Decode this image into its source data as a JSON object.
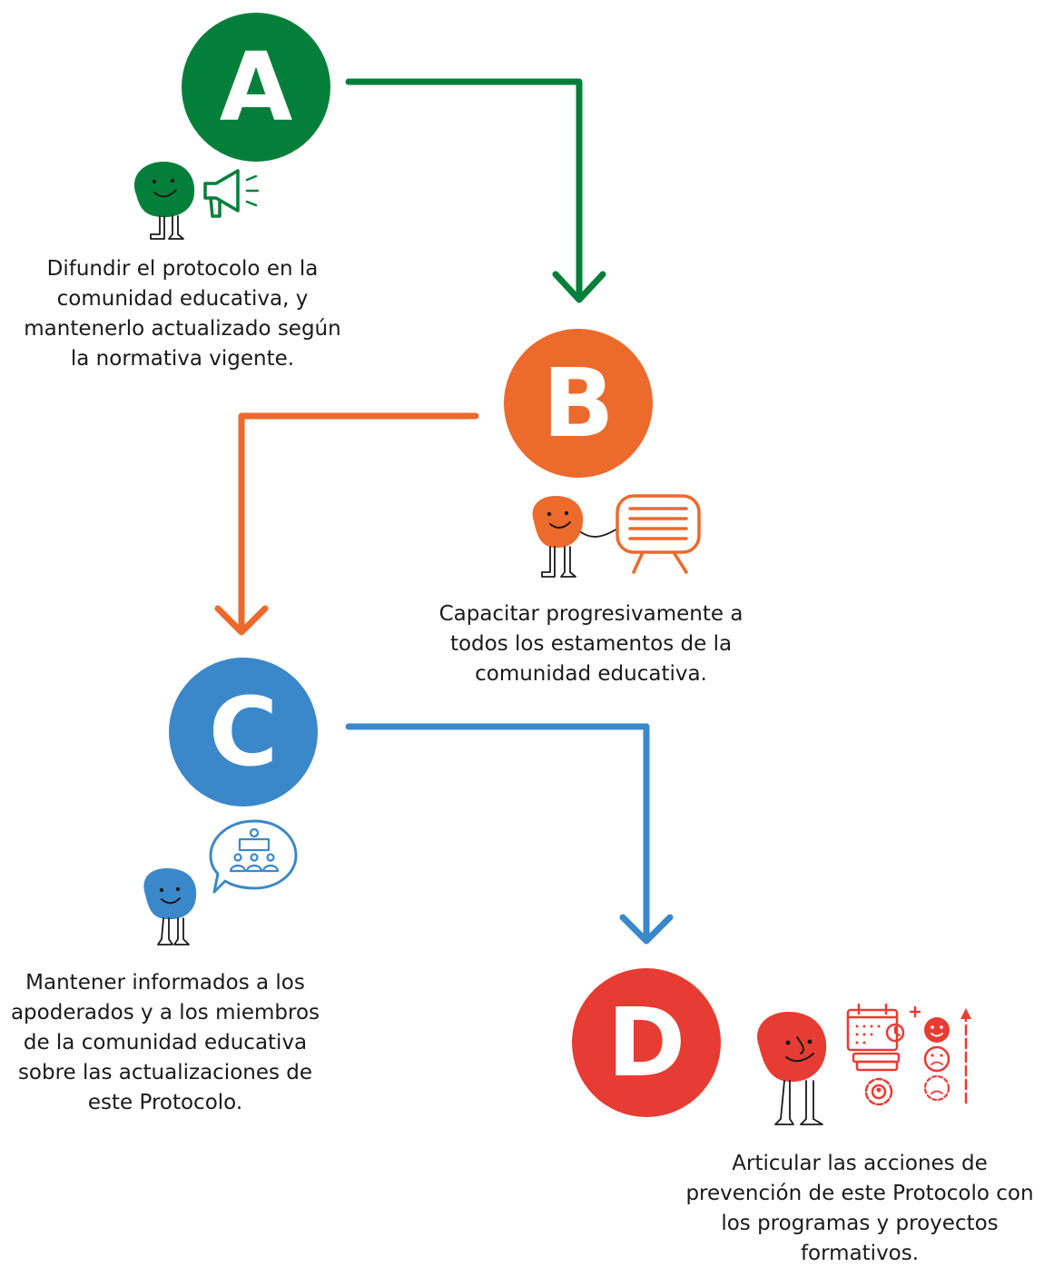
{
  "colors": {
    "green": "#047f3a",
    "orange": "#ec6a2c",
    "blue": "#3a88c9",
    "red": "#e73c33",
    "ink": "#1a1a1a"
  },
  "steps": [
    {
      "letter": "A",
      "text": "Difundir el protocolo en la comunidad educativa, y mantenerlo actualizado según la normativa vigente.",
      "icon": "megaphone-icon"
    },
    {
      "letter": "B",
      "text": "Capacitar progresivamente a todos los estamentos de la comunidad educativa.",
      "icon": "presentation-board-icon"
    },
    {
      "letter": "C",
      "text": "Mantener informados a los apoderados y a los miembros de la comunidad educativa sobre las actualizaciones de este Protocolo.",
      "icon": "speech-bubble-meeting-icon"
    },
    {
      "letter": "D",
      "text": "Articular las acciones de prevención de este Protocolo con los programas y proyectos formativos.",
      "icon": "planning-wellbeing-icon"
    }
  ],
  "flow": [
    "A",
    "B",
    "C",
    "D"
  ]
}
